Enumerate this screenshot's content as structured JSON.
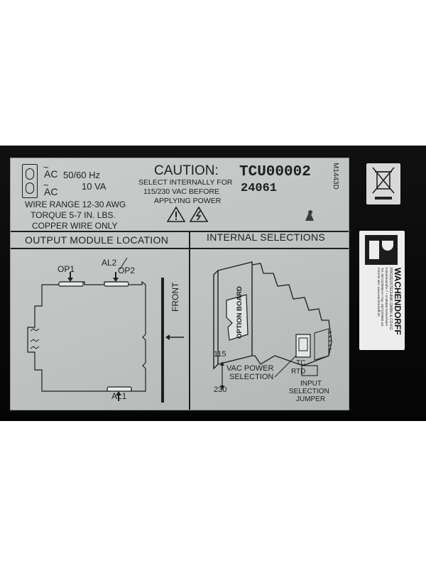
{
  "label": {
    "ac_top": "AC",
    "ac_bottom": "AC",
    "frequency": "50/60 Hz",
    "power": "10 VA",
    "caution_title": "CAUTION:",
    "caution_line1": "SELECT INTERNALLY FOR",
    "caution_line2": "115/230 VAC BEFORE",
    "caution_line3": "APPLYING POWER",
    "model": "TCU00002",
    "serial": "24061",
    "side_code": "M1443D",
    "wire_range": "WIRE RANGE 12-30 AWG",
    "torque": "TORQUE 5-7 IN. LBS.",
    "copper": "COPPER WIRE ONLY",
    "output_title": "OUTPUT MODULE LOCATION",
    "internal_title": "INTERNAL SELECTIONS",
    "op1": "OP1",
    "al2": "AL2",
    "op2": "OP2",
    "al1": "AL1",
    "front": "FRONT",
    "option_board": "OPTION BOARD",
    "v115": "115",
    "v230": "230",
    "vac_power": "VAC POWER",
    "selection": "SELECTION",
    "tc": "TC",
    "rtd": "RTD",
    "input": "INPUT",
    "input_selection": "SELECTION",
    "jumper": "JUMPER"
  },
  "sticker": {
    "brand": "WACHENDORFF",
    "company": "PROZESSTECHNIK GMBH & CO.KG",
    "address": "Industriestraße 7 • D-65366 Geisenheim",
    "phone": "Tel. 06722/9965-0 • Fax. 06722/9965-43",
    "web": "Internet site: www.wachendorff.de"
  }
}
